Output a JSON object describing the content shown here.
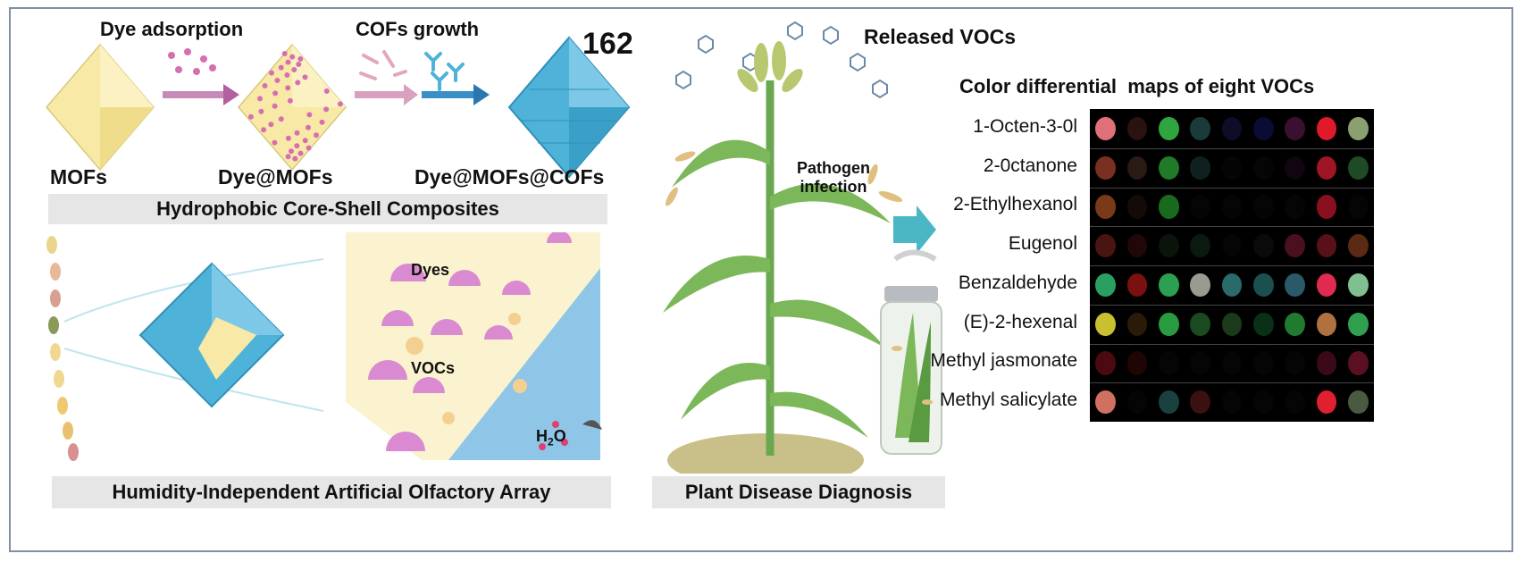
{
  "figure_number": "162",
  "synthesis": {
    "step1_label": "Dye adsorption",
    "step2_label": "COFs growth",
    "stage1": "MOFs",
    "stage2": "Dye@MOFs",
    "stage3": "Dye@MOFs@COFs",
    "caption": "Hydrophobic Core-Shell Composites"
  },
  "array": {
    "dyes_label": "Dyes",
    "vocs_label": "VOCs",
    "water_label_main": "H",
    "water_label_sub": "2",
    "water_label_tail": "O",
    "caption": "Humidity-Independent Artificial Olfactory Array"
  },
  "plant": {
    "released_label": "Released VOCs",
    "pathogen_label_line1": "Pathogen",
    "pathogen_label_line2": "infection",
    "caption": "Plant Disease Diagnosis"
  },
  "colormap": {
    "title": "Color differential  maps of eight VOCs",
    "vocs": [
      {
        "name": "1-Octen-3-0l",
        "colors": [
          "#e0707a",
          "#2a1210",
          "#2fa540",
          "#1b3a3a",
          "#0d0d2a",
          "#0b0b33",
          "#3a1030",
          "#e01a2a",
          "#8aa070"
        ]
      },
      {
        "name": "2-0ctanone",
        "colors": [
          "#7a3020",
          "#2a1a14",
          "#207a28",
          "#102020",
          "#050505",
          "#050505",
          "#100510",
          "#a01525",
          "#1e4a26"
        ]
      },
      {
        "name": "2-Ethylhexanol",
        "colors": [
          "#7a3a18",
          "#140a08",
          "#1a6a1e",
          "#050505",
          "#050505",
          "#050505",
          "#050505",
          "#8a1020",
          "#050505"
        ]
      },
      {
        "name": "Eugenol",
        "colors": [
          "#4a1410",
          "#200808",
          "#0a140a",
          "#0a1a10",
          "#050505",
          "#0a0a0a",
          "#4a1020",
          "#5a1018",
          "#5a2a14"
        ]
      },
      {
        "name": "Benzaldehyde",
        "colors": [
          "#2aa060",
          "#7a1010",
          "#2aa050",
          "#9a9a90",
          "#2a6a6a",
          "#1a5050",
          "#2a5a6a",
          "#e02a50",
          "#80c090"
        ]
      },
      {
        "name": "(E)-2-hexenal",
        "colors": [
          "#c8c030",
          "#2a1a08",
          "#2a9a40",
          "#1a4a20",
          "#1a3a1a",
          "#0a3018",
          "#207a30",
          "#b07040",
          "#30a050"
        ]
      },
      {
        "name": "Methyl jasmonate",
        "colors": [
          "#4a0a10",
          "#200505",
          "#050505",
          "#050505",
          "#050505",
          "#050505",
          "#050505",
          "#3a0a18",
          "#5a1020"
        ]
      },
      {
        "name": "Methyl salicylate",
        "colors": [
          "#d07060",
          "#050505",
          "#1a4040",
          "#3a1010",
          "#050505",
          "#050505",
          "#050505",
          "#e02030",
          "#4a5a40"
        ]
      }
    ]
  },
  "colors": {
    "arrow_pink": "#c68ab8",
    "arrow_blue": "#3a8fc7",
    "octahedron_yellow": "#f8eaa6",
    "cof_blue": "#4fb3d9",
    "dye_pink": "#d56fb2",
    "teal_arrow": "#4bb7c5"
  }
}
